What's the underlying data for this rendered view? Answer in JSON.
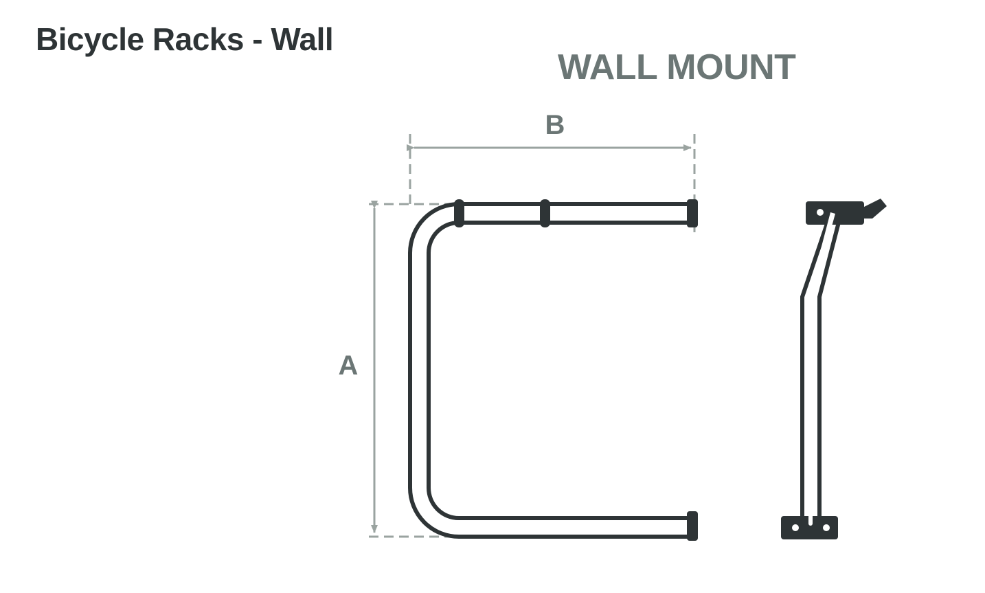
{
  "header": {
    "title": "Bicycle Racks - Wall"
  },
  "diagram": {
    "view_title": "WALL MOUNT",
    "dimension_a": "A",
    "dimension_b": "B"
  },
  "colors": {
    "title": "#2e3436",
    "view_title": "#6b7675",
    "outline": "#2e3436",
    "dimension_line": "#9aa3a0"
  }
}
